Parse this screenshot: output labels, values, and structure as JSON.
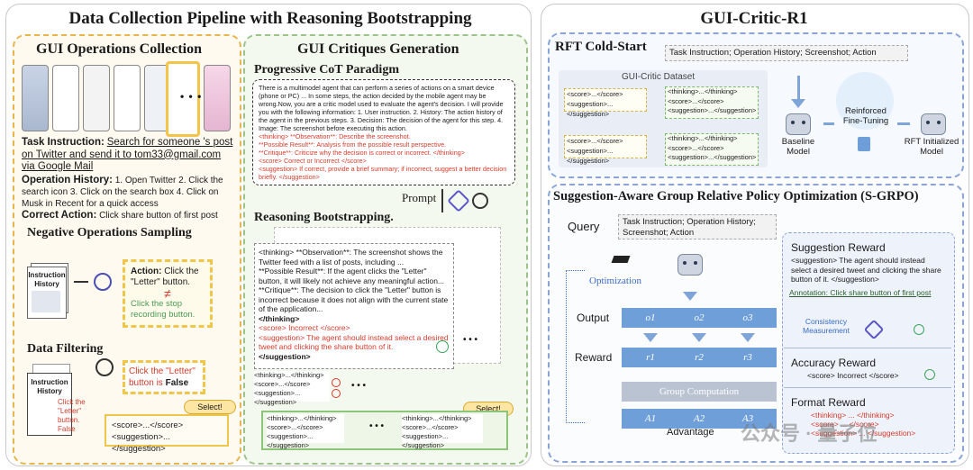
{
  "left": {
    "title": "Data Collection Pipeline with Reasoning Bootstrapping",
    "ops": {
      "title": "GUI Operations Collection",
      "task_label": "Task Instruction:",
      "task_text": "Search for someone 's post on Twitter and send it to tom33@gmail.com via Google Mail",
      "history_label": "Operation History:",
      "history_text": "1. Open Twitter 2. Click the search icon 3. Click on the search box 4. Click on Musk in Recent for a quick access",
      "correct_label": "Correct Action:",
      "correct_text": "Click share button of first post",
      "dots": "• • •"
    },
    "negative": {
      "title": "Negative Operations Sampling",
      "instruction": "Instruction",
      "history": "History",
      "action_label": "Action:",
      "action_text": "Click the \"Letter\" button.",
      "neq": "≠",
      "alt_text": "Click the stop recording button."
    },
    "filtering": {
      "title": "Data Filtering",
      "instruction": "Instruction",
      "history": "History",
      "side_text": "Click the \"Letter\" button. False",
      "verdict_pre": "Click the  \"Letter\" button is ",
      "verdict_bold": "False",
      "select": "Select!",
      "out1": "<score>...</score>",
      "out2": "<suggestion>...</suggestion>"
    },
    "critiques": {
      "title": "GUI Critiques Generation",
      "cot_title": "Progressive CoT Paradigm",
      "cot_text": "There is a multimodel agent that can perform a series of actions on a smart device (phone or PC) ... In some steps, the action decided by the mobile agent may be wrong.Now, you are a critic model used to evaluate the agent's decision. I will provide you with the following information: 1. User instruction. 2. History: The action history of the agent in the previous steps. 3. Decision: The decision of the agent for this step. 4. Image: The screenshot before executing this action.",
      "cot_l1": "<thinking> **Observation**: Describe the screenshot.",
      "cot_l2": "**Possible Result**: Analysis from the possible result perspective.",
      "cot_l3": "**Critique**: Criticize why the decision is correct or incorrect. </thinking>",
      "cot_l4": "<score> Correct or Incorrect </score>",
      "cot_l5": "<suggestion> If correct, provide a brief summary; if incorrect, suggest a better decision briefly. </suggestion>",
      "prompt": "Prompt",
      "boot_title": "Reasoning Bootstrapping.",
      "boot_l1": "<thinking> **Observation**: The screenshot shows the Twitter feed with a list of posts, including ...",
      "boot_l2": "**Possible Result**: If the agent clicks the \"Letter\" button, it will likely not achieve any meaningful action...",
      "boot_l3": "**Critique**: The decision to click the \"Letter\" button is incorrect because it does not align with the current state of the application...",
      "boot_l4": "</thinking>",
      "boot_l5": "<score> Incorrect </score>",
      "boot_l6": "<suggestion> The agent should instead select a desired tweet and clicking the share button of it.",
      "boot_l7": "</suggestion>",
      "mini1": "<thinking>...</thinking>",
      "mini2": "<score>...</score>",
      "mini3": "<suggestion>...</suggestion>",
      "select": "Select!",
      "dots": "• • •"
    }
  },
  "right": {
    "title": "GUI-Critic-R1",
    "rft": {
      "title": "RFT Cold-Start",
      "input": "Task Instruction; Operation History; Screenshot; Action",
      "dataset": "GUI-Critic Dataset",
      "d1": "<score>...</score>",
      "d2": "<suggestion>...</suggestion>",
      "d3": "<thinking>...</thinking>",
      "baseline": "Baseline Model",
      "rft_label": "Reinforced Fine-Tuning",
      "init": "RFT Initialized Model"
    },
    "grpo": {
      "title": "Suggestion-Aware Group Relative Policy Optimization (S-GRPO)",
      "query": "Query",
      "query_text": "Task Instruction; Operation History; Screenshot; Action",
      "optimization": "Optimization",
      "output": "Output",
      "reward": "Reward",
      "outputs": [
        "o1",
        "o2",
        "o3"
      ],
      "rewards": [
        "r1",
        "r2",
        "r3"
      ],
      "advs": [
        "A1",
        "A2",
        "A3"
      ],
      "group": "Group Computation",
      "advantage": "Advantage",
      "sugg_title": "Suggestion Reward",
      "sugg_text": "<suggestion> The agent should instead select a desired tweet and clicking the share button of it. </suggestion>",
      "annotation": "Annotation: Click share button of first post",
      "consistency": "Consistency Measurement",
      "acc_title": "Accuracy Reward",
      "acc_text": "<score> Incorrect </score>",
      "fmt_title": "Format Reward",
      "fmt1": "<thinking> ... </thinking>",
      "fmt2": "<score> ... </score>",
      "fmt3": "<suggestion> ... </suggestion>"
    },
    "watermark": "公众号 · 量子位"
  },
  "colors": {
    "orange": "#e8b44c",
    "green": "#9cc48a",
    "blue": "#8aa4d8",
    "red": "#d23b2b",
    "cell": "#6f9fd8"
  }
}
